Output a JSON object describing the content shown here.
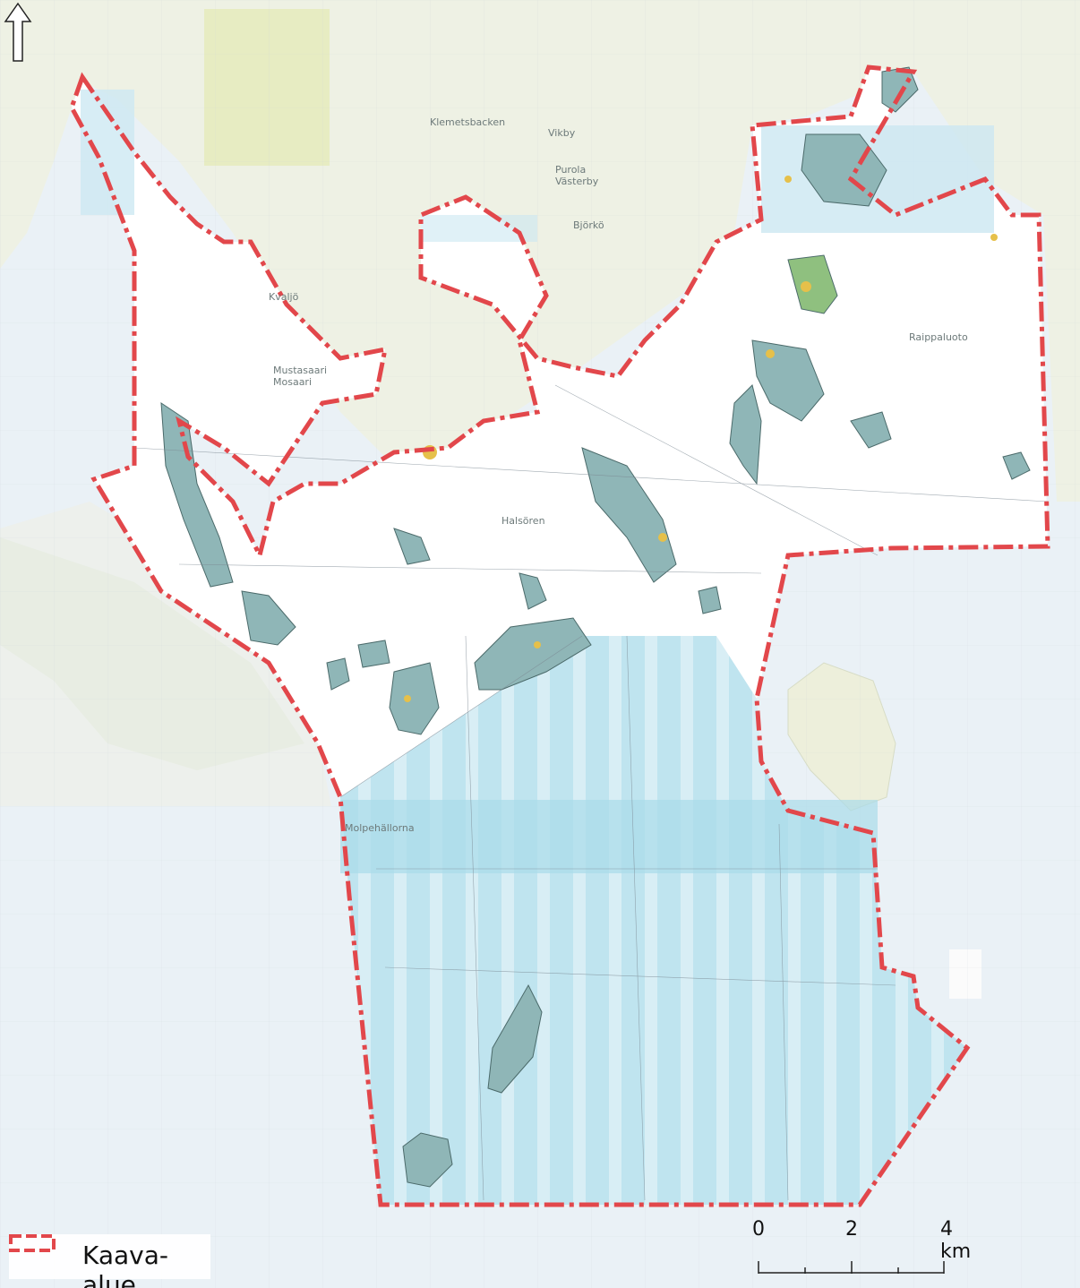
{
  "legend": {
    "label": "Kaava-alue",
    "boundary_color": "#e2474b",
    "symbol": "dashed-rectangle"
  },
  "scale_bar": {
    "ticks": [
      "0",
      "2",
      "4 km"
    ]
  },
  "north_arrow": {
    "icon": "north-arrow-icon"
  },
  "place_labels": [
    "Mustasaari",
    "Mosaari",
    "Kvaljö",
    "Vikby",
    "Purola",
    "Västerby",
    "Klemetsbacken",
    "Björkö",
    "Raippaluoto",
    "Halsören",
    "Molpehällorna"
  ],
  "colors": {
    "sea": "#e9f1f6",
    "planned_sea": "#b9e2ef",
    "land_background": "#eef0e6",
    "planning_area_land": "#ffffff",
    "island_fill": "#8fb6b7",
    "island_accent": "#e6c04a",
    "forest_green": "#8fc07f"
  }
}
